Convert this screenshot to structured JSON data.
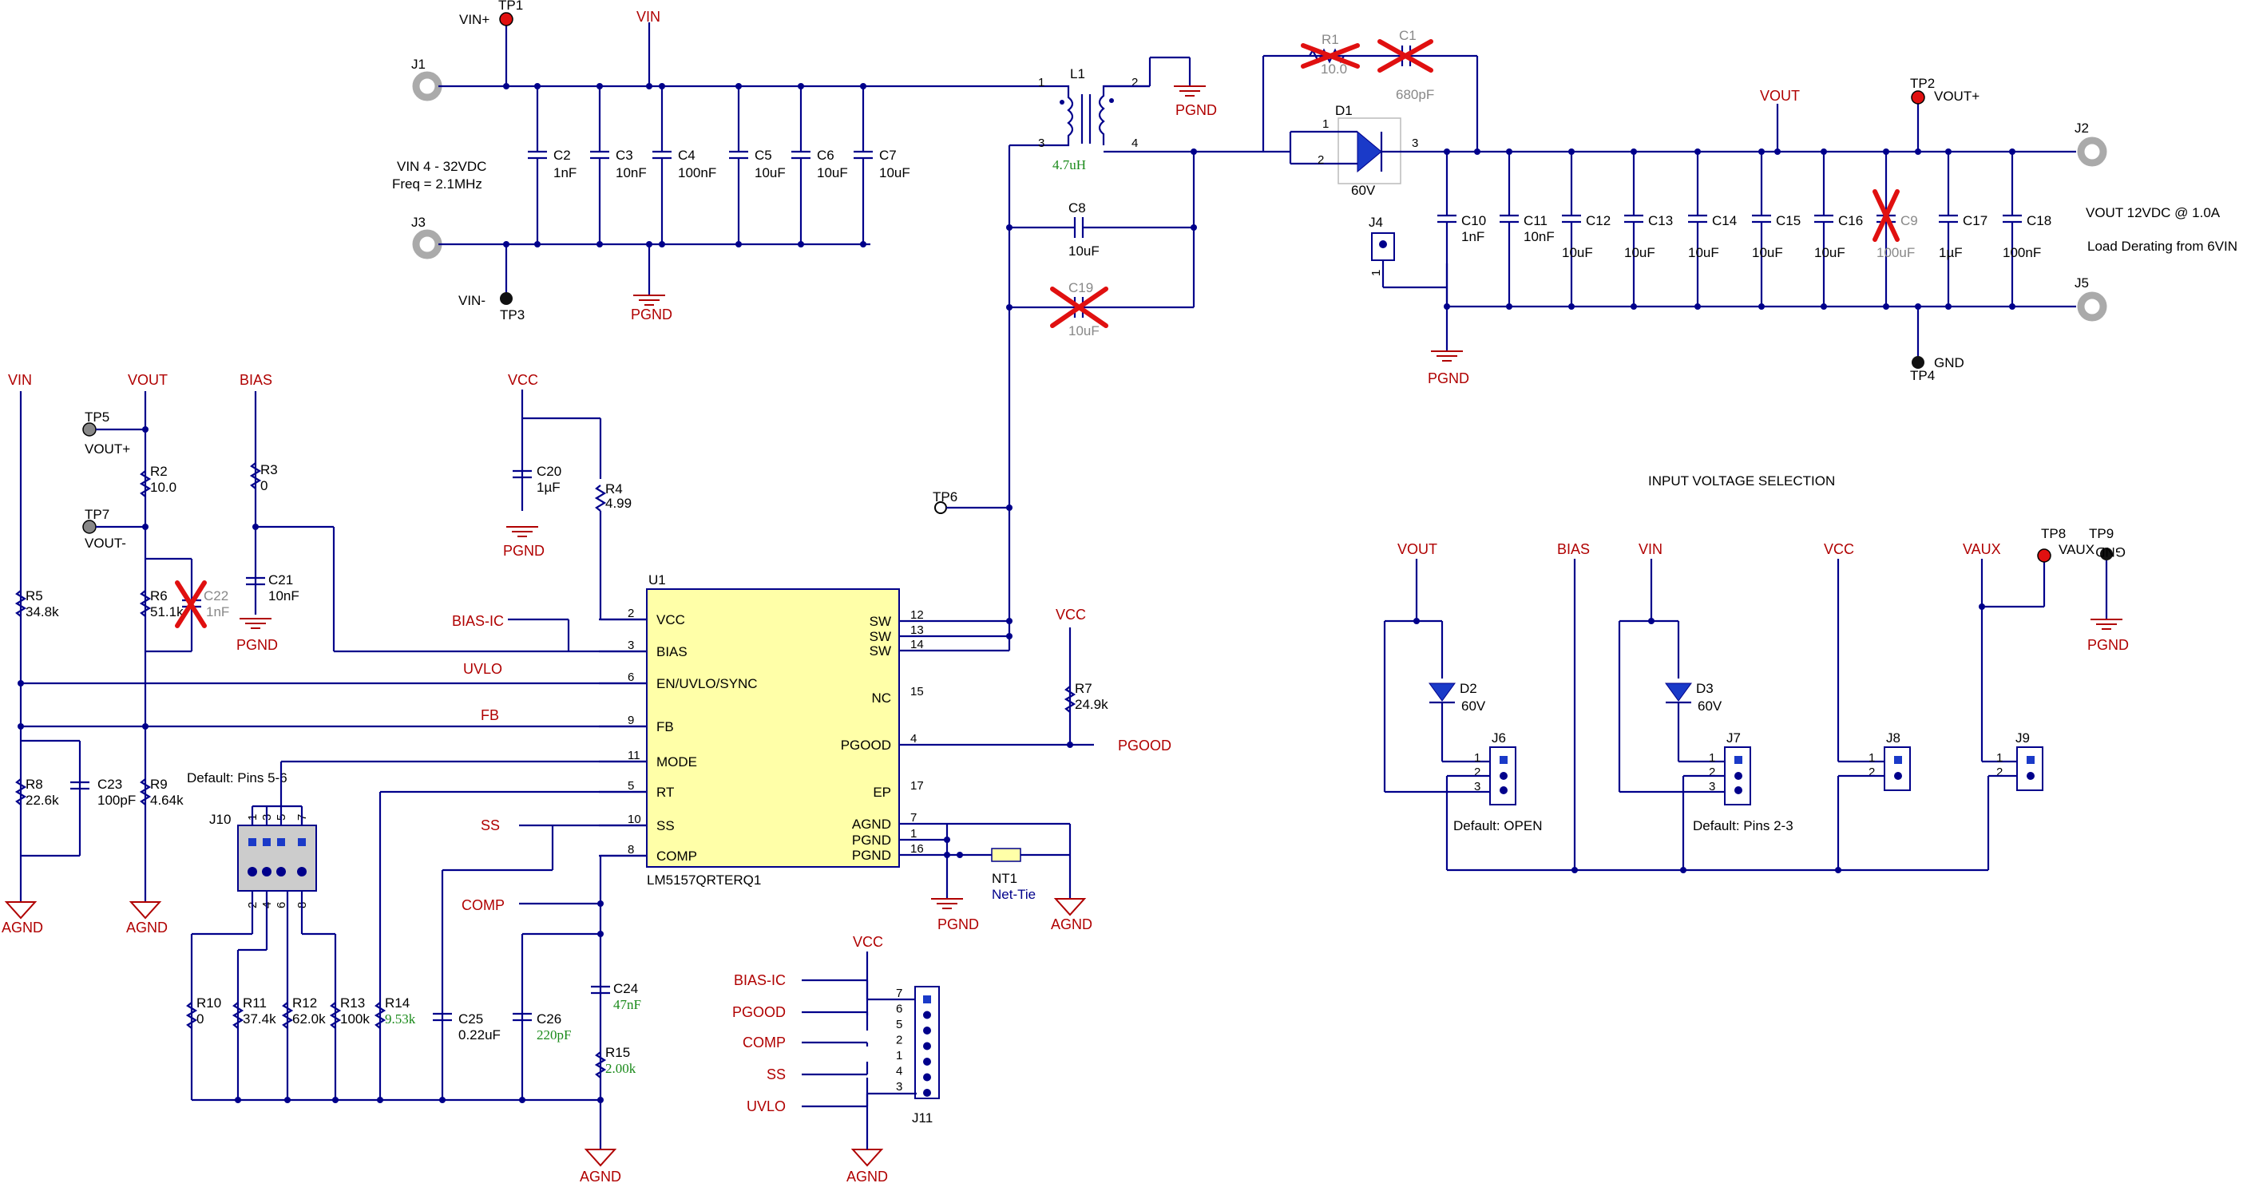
{
  "colors": {
    "wire": "#00008B",
    "net": "#B00000",
    "red": "#E02020",
    "ic": "#FFFFA8",
    "green": "#1A8A1A",
    "grey": "#888888"
  },
  "input": {
    "J1": "J1",
    "J3": "J3",
    "TP1": "TP1",
    "TP1_label": "VIN+",
    "TP3": "TP3",
    "TP3_label": "VIN-",
    "VIN": "VIN",
    "PGND": "PGND",
    "note1": "VIN 4 - 32VDC",
    "note2": "Freq = 2.1MHz",
    "caps": [
      {
        "ref": "C2",
        "val": "1nF"
      },
      {
        "ref": "C3",
        "val": "10nF"
      },
      {
        "ref": "C4",
        "val": "100nF"
      },
      {
        "ref": "C5",
        "val": "10uF"
      },
      {
        "ref": "C6",
        "val": "10uF"
      },
      {
        "ref": "C7",
        "val": "10uF"
      }
    ]
  },
  "power": {
    "L1": "L1",
    "L1_val": "4.7uH",
    "p1": "1",
    "p2": "2",
    "p3": "3",
    "p4": "4",
    "PGND": "PGND",
    "R1": "R1",
    "R1_val": "10.0",
    "C1": "C1",
    "C1_val": "680pF",
    "D1": "D1",
    "D1_val": "60V",
    "d1": "1",
    "d2": "2",
    "d3": "3",
    "C8": "C8",
    "C8_val": "10uF",
    "C19": "C19",
    "C19_val": "10uF",
    "J4": "J4",
    "j4p": "1",
    "PGND2": "PGND"
  },
  "output": {
    "VOUT": "VOUT",
    "TP2": "TP2",
    "TP2_label": "VOUT+",
    "J2": "J2",
    "J5": "J5",
    "TP4": "TP4",
    "TP4_label": "GND",
    "note1": "VOUT 12VDC @ 1.0A",
    "note2": "Load Derating from 6VIN",
    "caps": [
      {
        "ref": "C10",
        "val": "1nF"
      },
      {
        "ref": "C11",
        "val": "10nF"
      },
      {
        "ref": "C12",
        "val": "10uF"
      },
      {
        "ref": "C13",
        "val": "10uF"
      },
      {
        "ref": "C14",
        "val": "10uF"
      },
      {
        "ref": "C15",
        "val": "10uF"
      },
      {
        "ref": "C16",
        "val": "10uF"
      },
      {
        "ref": "C9",
        "val": "100uF"
      },
      {
        "ref": "C17",
        "val": "1µF"
      },
      {
        "ref": "C18",
        "val": "100nF"
      }
    ]
  },
  "left": {
    "VIN": "VIN",
    "VOUT": "VOUT",
    "BIAS": "BIAS",
    "TP5": "TP5",
    "TP5_label": "VOUT+",
    "TP7": "TP7",
    "TP7_label": "VOUT-",
    "R2": "R2",
    "R2_val": "10.0",
    "R6": "R6",
    "R6_val": "51.1k",
    "C22": "C22",
    "C22_val": "1nF",
    "R5": "R5",
    "R5_val": "34.8k",
    "R8": "R8",
    "R8_val": "22.6k",
    "C23": "C23",
    "C23_val": "100pF",
    "R9": "R9",
    "R9_val": "4.64k",
    "R3": "R3",
    "R3_val": "0",
    "C21": "C21",
    "C21_val": "10nF",
    "AGND": "AGND",
    "PGND": "PGND"
  },
  "ic": {
    "U1": "U1",
    "part": "LM5157QRTERQ1",
    "VCC": "VCC",
    "C20": "C20",
    "C20_val": "1µF",
    "R4": "R4",
    "R4_val": "4.99",
    "PGND": "PGND",
    "TP6": "TP6",
    "pins_left": [
      {
        "num": "2",
        "name": "VCC"
      },
      {
        "num": "3",
        "name": "BIAS"
      },
      {
        "num": "6",
        "name": "EN/UVLO/SYNC"
      },
      {
        "num": "9",
        "name": "FB"
      },
      {
        "num": "11",
        "name": "MODE"
      },
      {
        "num": "5",
        "name": "RT"
      },
      {
        "num": "10",
        "name": "SS"
      },
      {
        "num": "8",
        "name": "COMP"
      }
    ],
    "pins_right": [
      {
        "num": "12",
        "name": "SW"
      },
      {
        "num": "13",
        "name": "SW"
      },
      {
        "num": "14",
        "name": "SW"
      },
      {
        "num": "15",
        "name": "NC"
      },
      {
        "num": "4",
        "name": "PGOOD"
      },
      {
        "num": "17",
        "name": "EP"
      },
      {
        "num": "7",
        "name": "AGND"
      },
      {
        "num": "1",
        "name": "PGND"
      },
      {
        "num": "16",
        "name": "PGND"
      }
    ],
    "nets": {
      "bias_ic": "BIAS-IC",
      "uvlo": "UVLO",
      "fb": "FB",
      "ss": "SS",
      "comp": "COMP",
      "pgood": "PGOOD"
    },
    "R7": "R7",
    "R7_val": "24.9k",
    "VCC2": "VCC",
    "NT1": "NT1",
    "NT1_val": "Net-Tie",
    "AGND": "AGND",
    "PGND2": "PGND"
  },
  "mode": {
    "J10": "J10",
    "default": "Default: Pins 5-6",
    "top_pins": [
      "1",
      "3",
      "5",
      "7"
    ],
    "bot_pins": [
      "2",
      "4",
      "6",
      "8"
    ],
    "R10": "R10",
    "R10_val": "0",
    "R11": "R11",
    "R11_val": "37.4k",
    "R12": "R12",
    "R12_val": "62.0k",
    "R13": "R13",
    "R13_val": "100k",
    "R14": "R14",
    "R14_val": "9.53k",
    "C25": "C25",
    "C25_val": "0.22uF",
    "C26": "C26",
    "C26_val": "220pF",
    "C24": "C24",
    "C24_val": "47nF",
    "R15": "R15",
    "R15_val": "2.00k",
    "AGND": "AGND"
  },
  "header11": {
    "J11": "J11",
    "VCC": "VCC",
    "AGND": "AGND",
    "pins": [
      "7",
      "6",
      "5",
      "2",
      "1",
      "4",
      "3"
    ],
    "nets": [
      "BIAS-IC",
      "PGOOD",
      "COMP",
      "SS",
      "UVLO"
    ]
  },
  "selection": {
    "title": "INPUT VOLTAGE SELECTION",
    "VOUT": "VOUT",
    "BIAS": "BIAS",
    "VIN": "VIN",
    "VCC": "VCC",
    "VAUX": "VAUX",
    "D2": "D2",
    "D2_val": "60V",
    "D3": "D3",
    "D3_val": "60V",
    "J6": "J6",
    "J7": "J7",
    "J8": "J8",
    "J9": "J9",
    "J6_default": "Default: OPEN",
    "J7_default": "Default: Pins 2-3",
    "TP8": "TP8",
    "TP8_label": "VAUX",
    "TP9": "TP9",
    "TP9_label": "GND",
    "PGND": "PGND",
    "p1": "1",
    "p2": "2",
    "p3": "3"
  }
}
